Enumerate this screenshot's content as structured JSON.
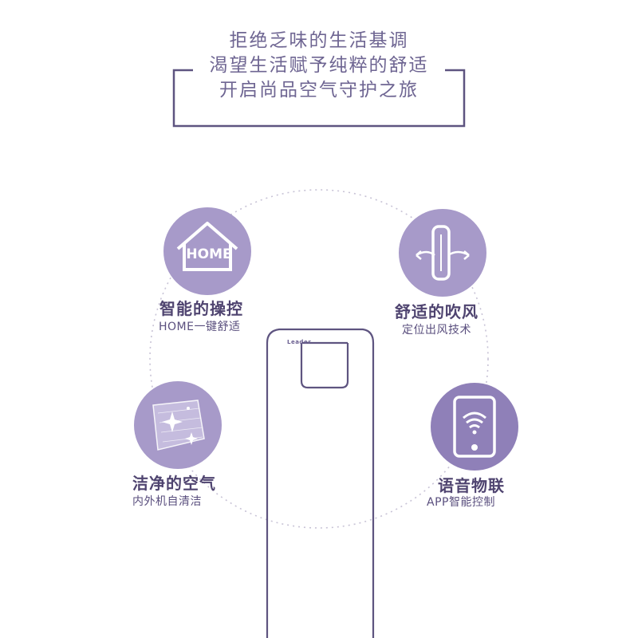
{
  "intro": {
    "lines": [
      "拒绝乏味的生活基调",
      "渴望生活赋予纯粹的舒适",
      "开启尚品空气守护之旅"
    ]
  },
  "features": {
    "home": {
      "icon": "home-icon",
      "icon_text": "HOME",
      "title": "智能的操控",
      "subtitle": "HOME一键舒适"
    },
    "wind": {
      "icon": "airflow-icon",
      "title": "舒适的吹风",
      "subtitle": "定位出风技术"
    },
    "clean": {
      "icon": "sparkle-filter-icon",
      "title": "洁净的空气",
      "subtitle": "内外机自清洁"
    },
    "voice": {
      "icon": "phone-wifi-icon",
      "title": "语音物联",
      "subtitle": "APP智能控制"
    }
  },
  "product": {
    "logo": "Leader"
  },
  "colors": {
    "accent": "#a79ac9",
    "text": "#4f4470",
    "frame": "#5e5480"
  }
}
